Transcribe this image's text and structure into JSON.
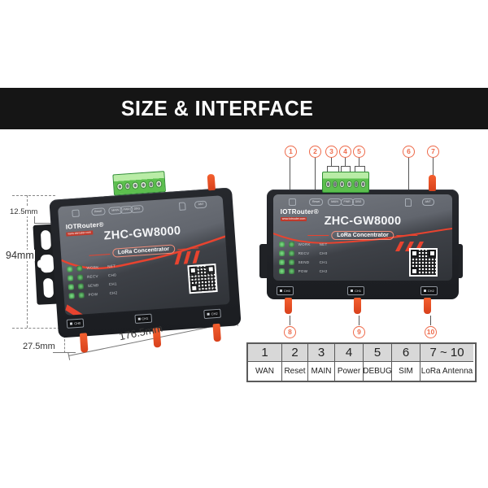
{
  "banner": {
    "title": "SIZE & INTERFACE"
  },
  "device": {
    "brand": "IOTRouter®",
    "site": "www.iotrouter.com",
    "model": "ZHC-GW8000",
    "badge": "LoRa Concentrator",
    "top_ports": {
      "reset": "Reset",
      "p1": "MAIN",
      "p2": "PWR",
      "p3": "DBG",
      "ant": "ANT"
    },
    "leds": [
      {
        "a": "WORK",
        "b": "NET"
      },
      {
        "a": "RECV",
        "b": "CH0"
      },
      {
        "a": "SEND",
        "b": "CH1"
      },
      {
        "a": "POW",
        "b": "CH2"
      }
    ],
    "bottom_ports": {
      "p1": "CH0",
      "p2": "CH1",
      "p3": "CH2"
    }
  },
  "dimensions": {
    "height": "94mm",
    "bracket": "12.5mm",
    "depth": "27.5mm",
    "width": "176.5mm"
  },
  "callouts": {
    "top": [
      "1",
      "2",
      "3",
      "4",
      "5",
      "6",
      "7"
    ],
    "bottom": [
      "8",
      "9",
      "10"
    ]
  },
  "legend_table": {
    "headers": [
      "1",
      "2",
      "3",
      "4",
      "5",
      "6",
      "7 ~ 10"
    ],
    "values": [
      "WAN",
      "Reset",
      "MAIN",
      "Power",
      "DEBUG",
      "SIM",
      "LoRa Antenna"
    ]
  },
  "colors": {
    "accent_red": "#e8432f",
    "callout_orange": "#ee6a4a",
    "terminal_green": "#5cbf4e",
    "antenna_orange": "#f14f27",
    "banner_bg": "#151515",
    "table_header_bg": "#d8d8d8"
  }
}
